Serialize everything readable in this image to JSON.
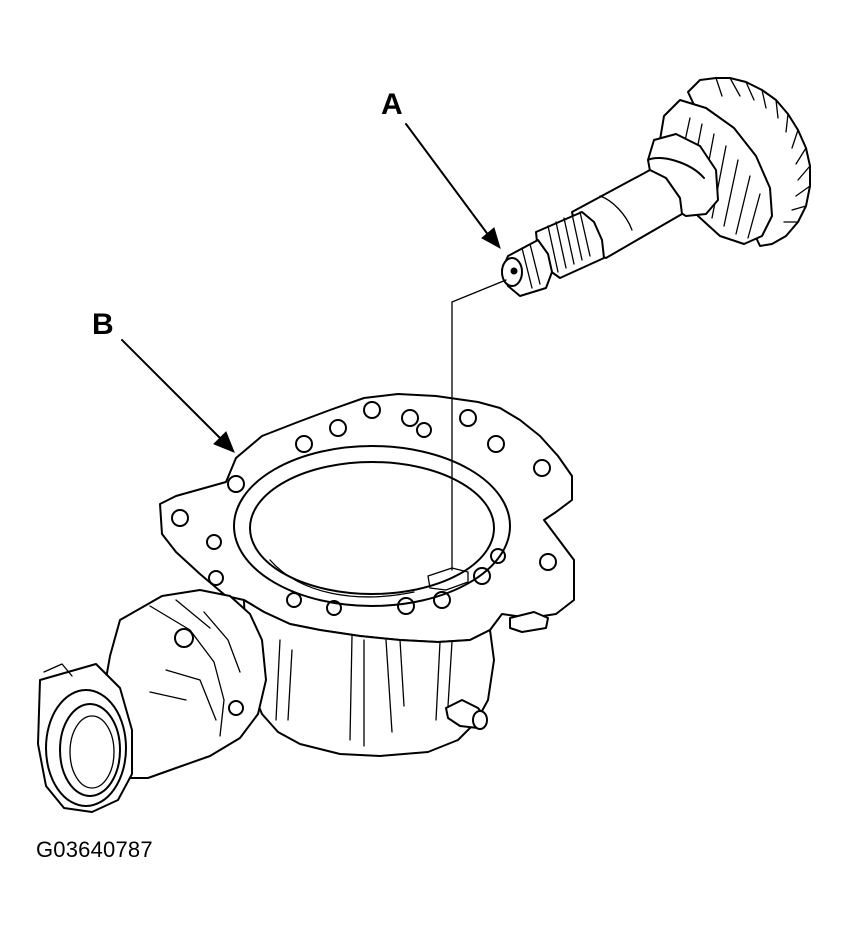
{
  "callouts": {
    "a": "A",
    "b": "B"
  },
  "figure_id": "G03640787"
}
